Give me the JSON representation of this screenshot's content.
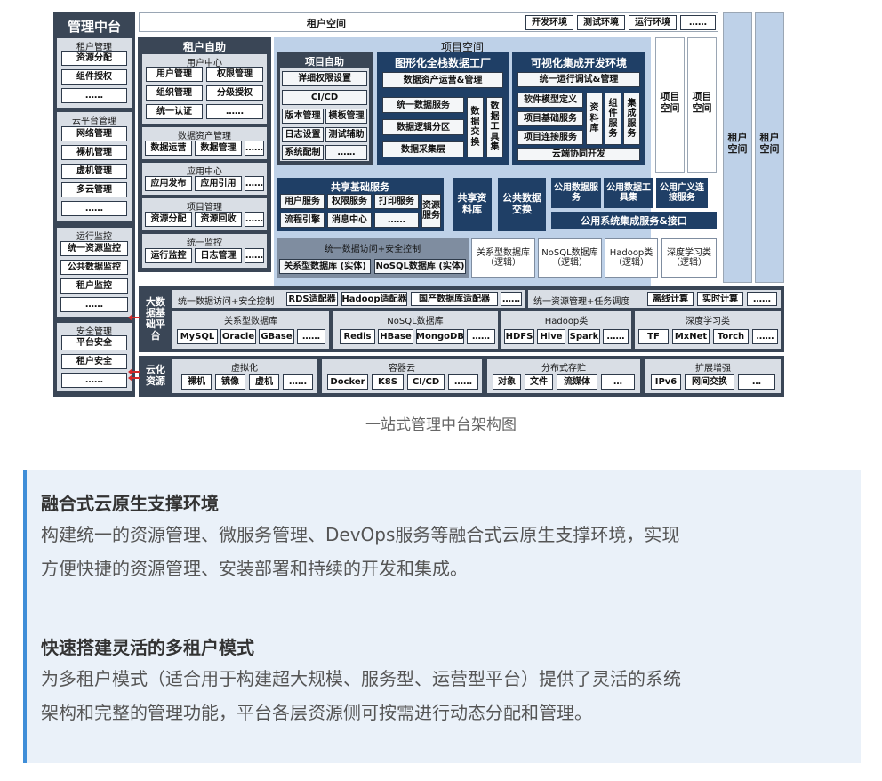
{
  "diagram": {
    "top_bar": {
      "title": "租户空间",
      "envs": [
        "开发环境",
        "测试环境",
        "运行环境",
        "……"
      ]
    },
    "mgmt": {
      "title": "管理中台",
      "groups": [
        {
          "title": "租户管理",
          "items": [
            "资源分配",
            "组件授权",
            "……"
          ]
        },
        {
          "title": "云平台管理",
          "items": [
            "网络管理",
            "裸机管理",
            "虚机管理",
            "多云管理",
            "……"
          ]
        },
        {
          "title": "运行监控",
          "items": [
            "统一资源监控",
            "公共数据监控",
            "租户监控",
            "……"
          ]
        },
        {
          "title": "安全管理",
          "items": [
            "平台安全",
            "租户安全",
            "……"
          ]
        }
      ]
    },
    "tenant_self": {
      "title": "租户自助",
      "groups": [
        {
          "title": "用户中心",
          "items": [
            "用户管理",
            "权限管理",
            "组织管理",
            "分级授权",
            "统一认证",
            "……"
          ]
        },
        {
          "title": "数据资产管理",
          "items": [
            "数据运营",
            "数据管理",
            "……"
          ]
        },
        {
          "title": "应用中心",
          "items": [
            "应用发布",
            "应用引用",
            "……"
          ]
        },
        {
          "title": "项目管理",
          "items": [
            "资源分配",
            "资源回收",
            "……"
          ]
        },
        {
          "title": "统一监控",
          "items": [
            "运行监控",
            "日志管理",
            "……"
          ]
        }
      ]
    },
    "project_space": {
      "title": "项目空间",
      "self": {
        "title": "项目自助",
        "items": [
          "详细权限设置",
          "CI/CD",
          "版本管理",
          "模板管理",
          "日志设置",
          "测试辅助",
          "系统配制",
          "……"
        ]
      },
      "graph": {
        "title": "图形化全栈数据工厂",
        "asset": "数据资产运营&管理",
        "items": [
          "统一数据服务",
          "数据逻辑分区",
          "数据采集层"
        ],
        "vert1": "数据交换",
        "vert2": "数据工具集"
      },
      "visual": {
        "title": "可视化集成开发环境",
        "ops": "统一运行调试&管理",
        "items": [
          "软件模型定义",
          "项目基础服务",
          "项目连接服务"
        ],
        "vert1": "资料库",
        "vert2": "组件服务",
        "vert3": "集成服务",
        "cloud": "云端协同开发"
      },
      "shared": {
        "title": "共享基础服务",
        "items": [
          "用户服务",
          "权限服务",
          "打印服务",
          "流程引擎",
          "消息中心",
          "……"
        ],
        "side": "资源服务"
      },
      "shared_lib": "共享资料库",
      "public_exchange": "公共数据交换",
      "pub1": "公用数据服务",
      "pub2": "公用数据工具集",
      "pub3": "公用广义连接服务",
      "pub_integration": "公用系统集成服务&接口",
      "unified_access": {
        "title": "统一数据访问+安全控制",
        "items": [
          "关系型数据库 (实体)",
          "NoSQL数据库 (实体)"
        ]
      },
      "logic_dbs": [
        "关系型数据库（逻辑）",
        "NoSQL数据库（逻辑）",
        "Hadoop类（逻辑）",
        "深度学习类（逻辑）"
      ],
      "proj_cols": [
        "项目空间",
        "项目空间"
      ]
    },
    "tenant_cols": [
      "租户空间",
      "租户空间"
    ],
    "bigdata": {
      "label": "大数据基础平台",
      "top_left_label": "统一数据访问+安全控制",
      "top_left_items": [
        "RDS适配器",
        "Hadoop适配器",
        "国产数据库适配器",
        "……"
      ],
      "top_right_label": "统一资源管理+任务调度",
      "top_right_items": [
        "离线计算",
        "实时计算",
        "……"
      ],
      "groups": [
        {
          "title": "关系型数据库",
          "items": [
            "MySQL",
            "Oracle",
            "GBase",
            "……"
          ]
        },
        {
          "title": "NoSQL数据库",
          "items": [
            "Redis",
            "HBase",
            "MongoDB",
            "……"
          ]
        },
        {
          "title": "Hadoop类",
          "items": [
            "HDFS",
            "Hive",
            "Spark",
            "……"
          ]
        },
        {
          "title": "深度学习类",
          "items": [
            "TF",
            "MxNet",
            "Torch",
            "……"
          ]
        }
      ]
    },
    "cloud": {
      "label": "云化资源",
      "groups": [
        {
          "title": "虚拟化",
          "items": [
            "裸机",
            "镜像",
            "虚机",
            "……"
          ]
        },
        {
          "title": "容器云",
          "items": [
            "Docker",
            "K8S",
            "CI/CD",
            "……"
          ]
        },
        {
          "title": "分布式存贮",
          "items": [
            "对象",
            "文件",
            "流媒体",
            "…"
          ]
        },
        {
          "title": "扩展增强",
          "items": [
            "IPv6",
            "网间交换",
            "…"
          ]
        }
      ]
    },
    "caption": "一站式管理中台架构图"
  },
  "sections": [
    {
      "heading": "融合式云原生支撑环境",
      "lines": [
        "构建统一的资源管理、微服务管理、DevOps服务等融合式云原生支撑环境，实现",
        "方便快捷的资源管理、安装部署和持续的开发和集成。"
      ]
    },
    {
      "heading": "快速搭建灵活的多租户模式",
      "lines": [
        "为多租户模式（适合用于构建超大规模、服务型、运营型平台）提供了灵活的系统",
        "架构和完整的管理功能，平台各层资源侧可按需进行动态分配和管理。"
      ]
    }
  ],
  "colors": {
    "dark": "#3a4656",
    "medium": "#7f8da0",
    "light_blue": "#bed1e8",
    "darkest": "#1f3f66",
    "panel_bg": "#eaf1f9",
    "panel_border": "#3f8ed8"
  }
}
